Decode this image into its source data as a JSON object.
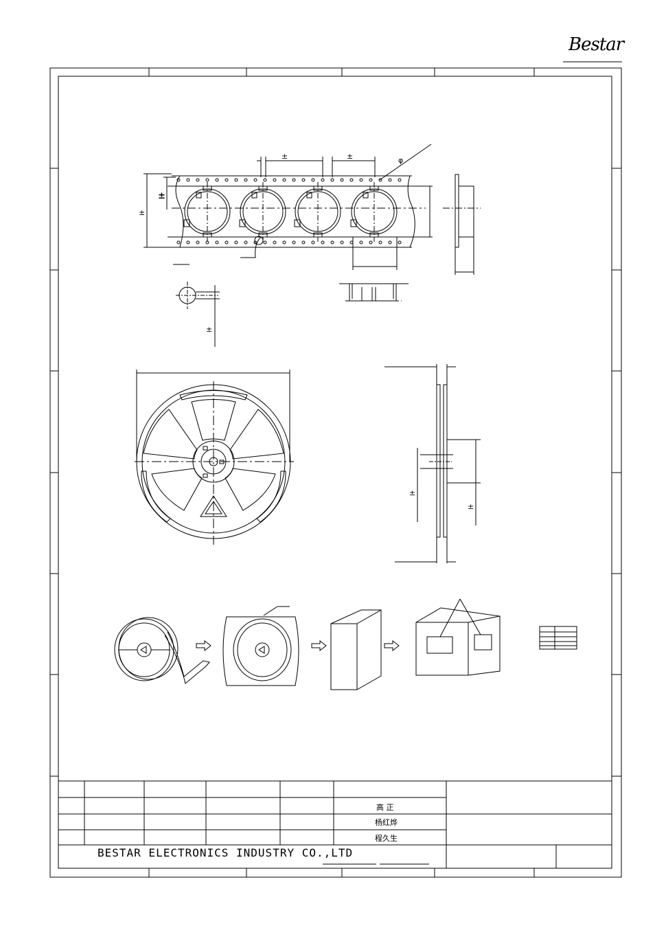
{
  "logo": {
    "text": "Bestar"
  },
  "title_block": {
    "company": "BESTAR ELECTRONICS INDUSTRY CO.,LTD",
    "signatures": [
      "高 正",
      "杨红烨",
      "程久生"
    ]
  },
  "dimension_marks": {
    "plus_minus": "±",
    "diameter": "φ"
  },
  "colors": {
    "line": "#000000",
    "background": "#ffffff"
  }
}
